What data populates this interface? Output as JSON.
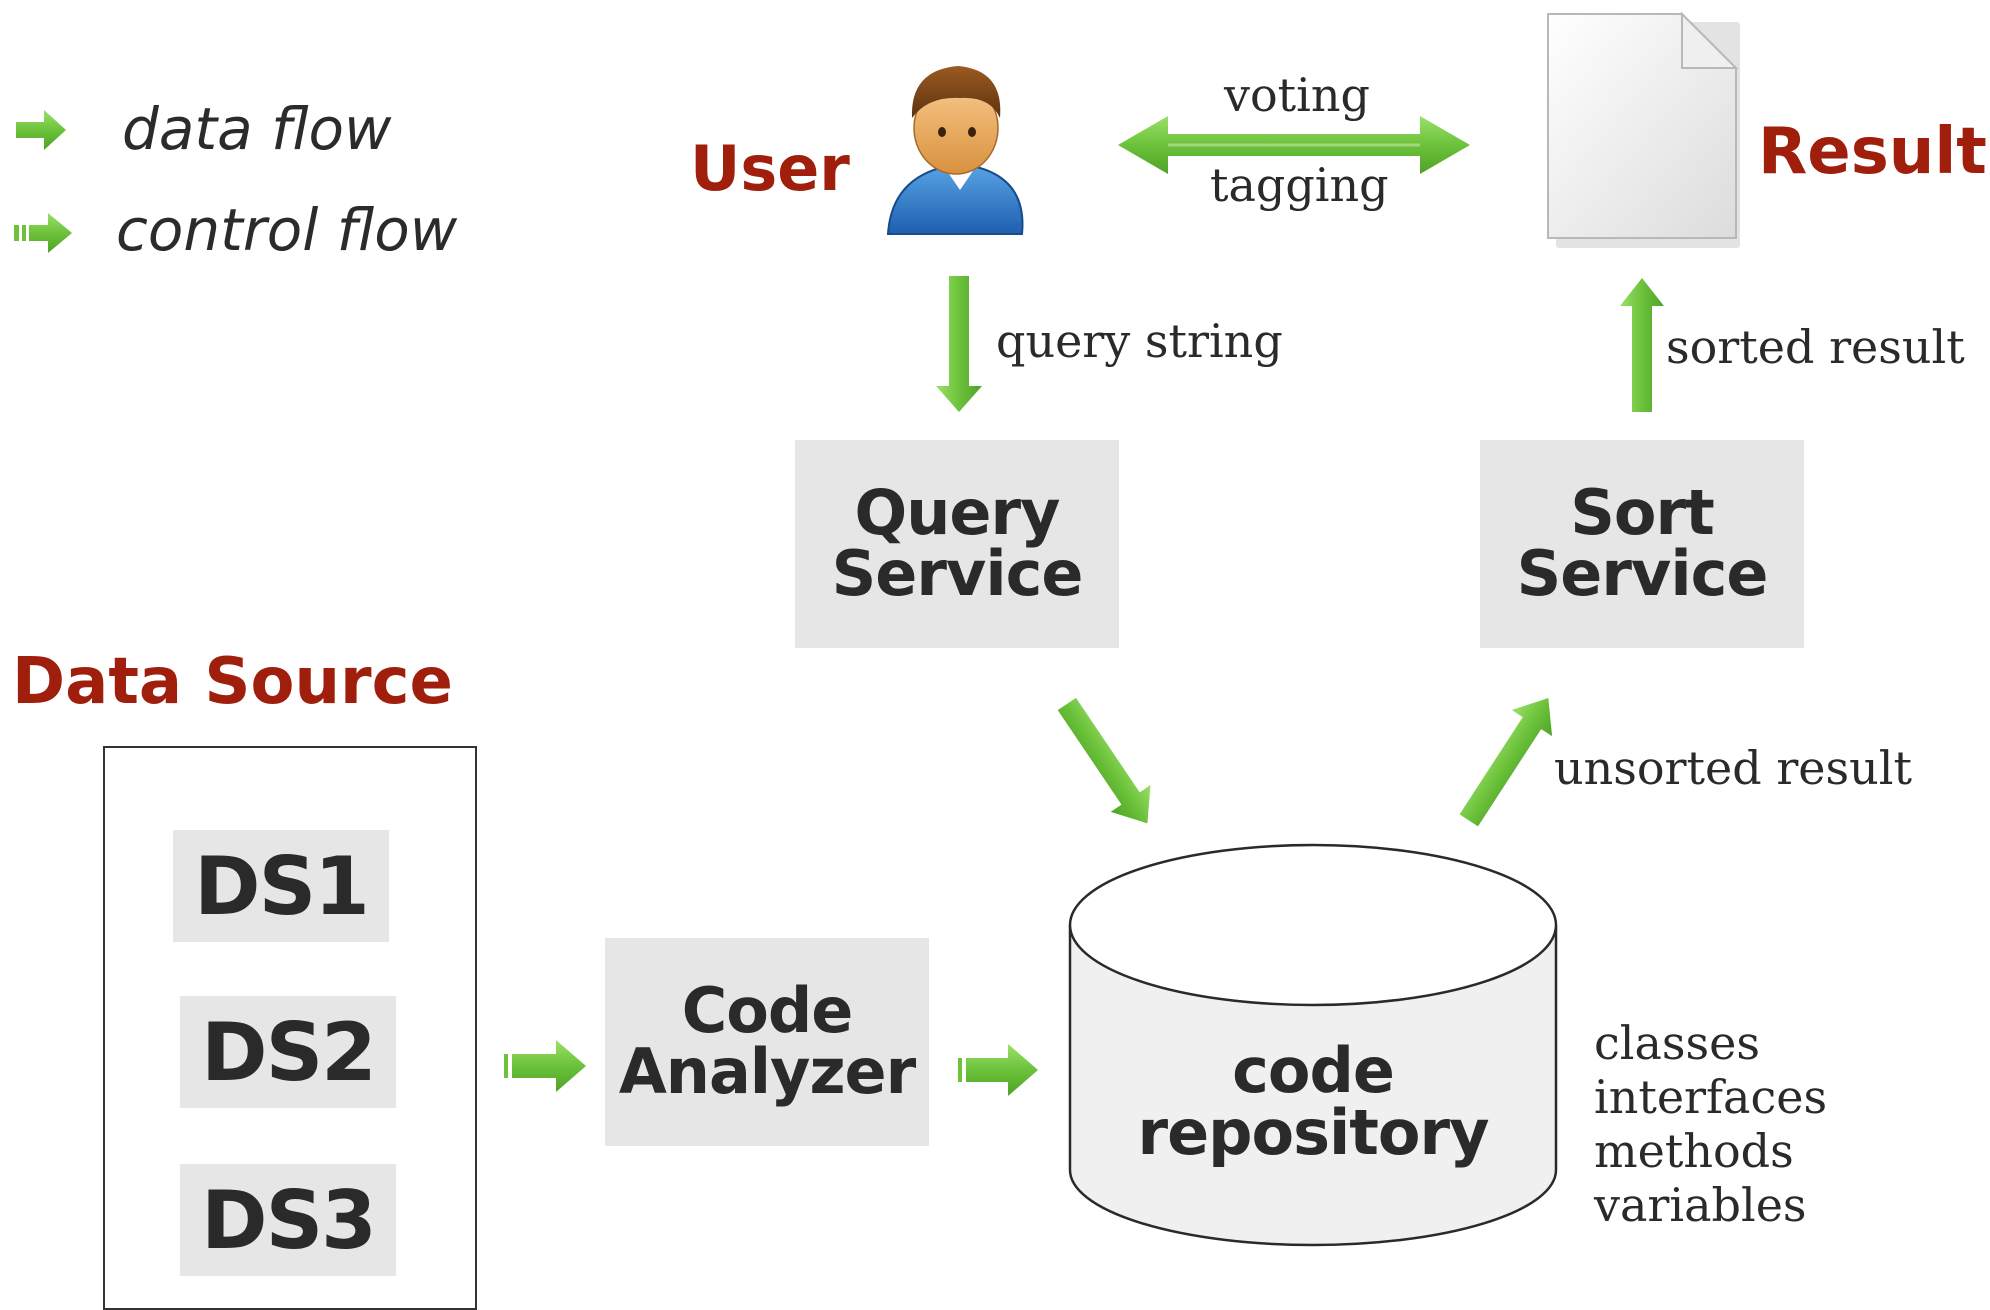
{
  "legend": {
    "data_flow": "data flow",
    "control_flow": "control flow"
  },
  "colors": {
    "arrow_green": "#6cc23a",
    "heading_red": "#a01e0c",
    "box_grey": "#e6e6e6"
  },
  "user": {
    "label": "User",
    "icon": "user-avatar-icon"
  },
  "result": {
    "label": "Result",
    "icon": "document-icon"
  },
  "interaction": {
    "top_label": "voting",
    "bottom_label": "tagging"
  },
  "query_flow_label": "query string",
  "sorted_flow_label": "sorted result",
  "unsorted_flow_label": "unsorted result",
  "query_service": {
    "line1": "Query",
    "line2": "Service"
  },
  "sort_service": {
    "line1": "Sort",
    "line2": "Service"
  },
  "code_analyzer": {
    "line1": "Code",
    "line2": "Analyzer"
  },
  "repository": {
    "line1": "code",
    "line2": "repository",
    "contents": [
      "classes",
      "interfaces",
      "methods",
      "variables"
    ]
  },
  "data_source": {
    "title": "Data Source",
    "items": [
      "DS1",
      "DS2",
      "DS3"
    ]
  }
}
